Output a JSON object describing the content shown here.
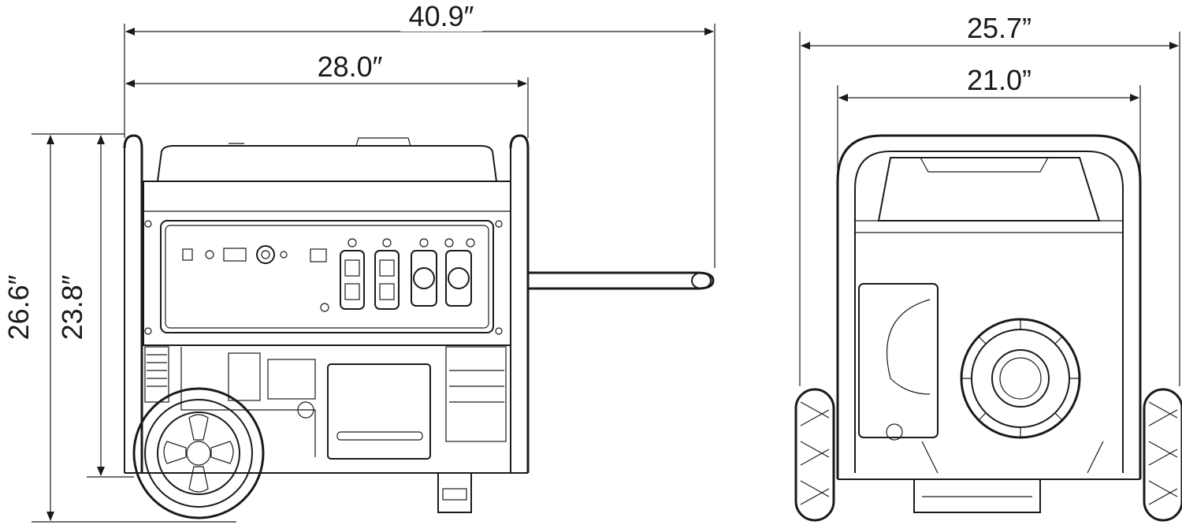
{
  "dimensions": {
    "overall_length": "40.9″",
    "frame_length": "28.0″",
    "overall_height": "26.6″",
    "frame_height": "23.8″",
    "overall_width": "25.7”",
    "frame_width": "21.0”"
  },
  "views": [
    "front-panel-view",
    "side-view"
  ],
  "colors": {
    "line": "#1a1a1a",
    "background": "#ffffff"
  }
}
